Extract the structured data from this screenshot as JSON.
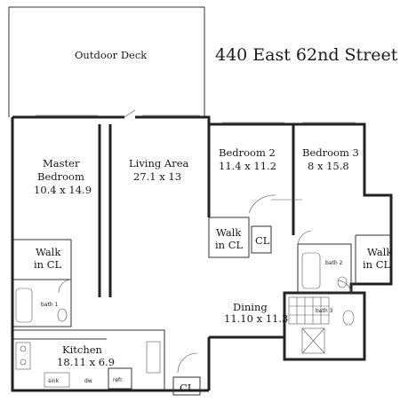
{
  "building": {
    "title": "440 East 62nd Street"
  },
  "rooms": {
    "outdoor_deck": {
      "name": "Outdoor Deck"
    },
    "master_bedroom": {
      "name_line1": "Master",
      "name_line2": "Bedroom",
      "size": "10.4 x 14.9"
    },
    "living_area": {
      "name": "Living Area",
      "size": "27.1 x 13"
    },
    "bedroom2": {
      "name": "Bedroom 2",
      "size": "11.4 x 11.2"
    },
    "bedroom3": {
      "name": "Bedroom 3",
      "size": "8 x 15.8"
    },
    "walk_in_cl_master": {
      "line1": "Walk",
      "line2": "in CL"
    },
    "walk_in_cl_bed2": {
      "line1": "Walk",
      "line2": "in CL"
    },
    "walk_in_cl_bed3": {
      "line1": "Walk",
      "line2": "in CL"
    },
    "cl_bed2": {
      "name": "CL"
    },
    "cl_entry": {
      "name": "CL"
    },
    "dining": {
      "name": "Dining",
      "size": "11.10 x 11.3"
    },
    "kitchen": {
      "name": "Kitchen",
      "size": "18.11 x 6.9"
    },
    "bath1": {
      "name": "bath 1"
    },
    "bath2": {
      "name": "bath 2"
    },
    "bath3": {
      "name": "bath 3"
    },
    "refrigerator": {
      "name": "refr."
    },
    "sink": {
      "name": "sink"
    },
    "dw": {
      "name": "dw"
    }
  }
}
